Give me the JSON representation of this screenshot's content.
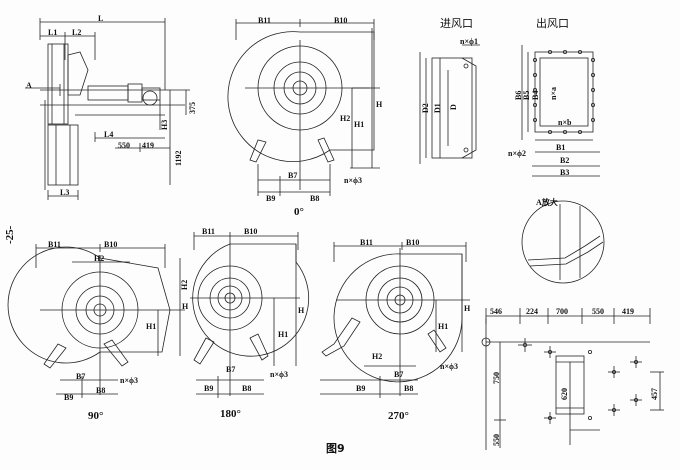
{
  "page_number": "-25-",
  "figure_caption": "图9",
  "headers": {
    "inlet": "进风口",
    "outlet": "出风口",
    "detail": "A放大"
  },
  "angles": {
    "a0": "0°",
    "a90": "90°",
    "a180": "180°",
    "a270": "270°"
  },
  "side_view": {
    "L": "L",
    "L1": "L1",
    "L2": "L2",
    "L3": "L3",
    "L4": "L4",
    "A": "A",
    "d550": "550",
    "d419": "419",
    "d375": "375",
    "d1192": "1192",
    "H3": "H3"
  },
  "fan_labels": {
    "B11": "B11",
    "B10": "B10",
    "H": "H",
    "H1": "H1",
    "H2": "H2",
    "B7": "B7",
    "B8": "B8",
    "B9": "B9",
    "holes": "n×ϕ3"
  },
  "inlet_labels": {
    "holes": "n×ϕ1",
    "D1": "D1",
    "D2": "D2",
    "D": "D"
  },
  "outlet_labels": {
    "B1": "B1",
    "B2": "B2",
    "B3": "B3",
    "B4": "B4",
    "B5": "B5",
    "B6": "B6",
    "na": "n×a",
    "nb": "n×b",
    "holes": "n×ϕ2"
  },
  "base_plan": {
    "d546": "546",
    "d224": "224",
    "d700": "700",
    "d550": "550",
    "d419": "419",
    "d750": "750",
    "d620": "620",
    "d457": "457",
    "d550v": "550"
  }
}
